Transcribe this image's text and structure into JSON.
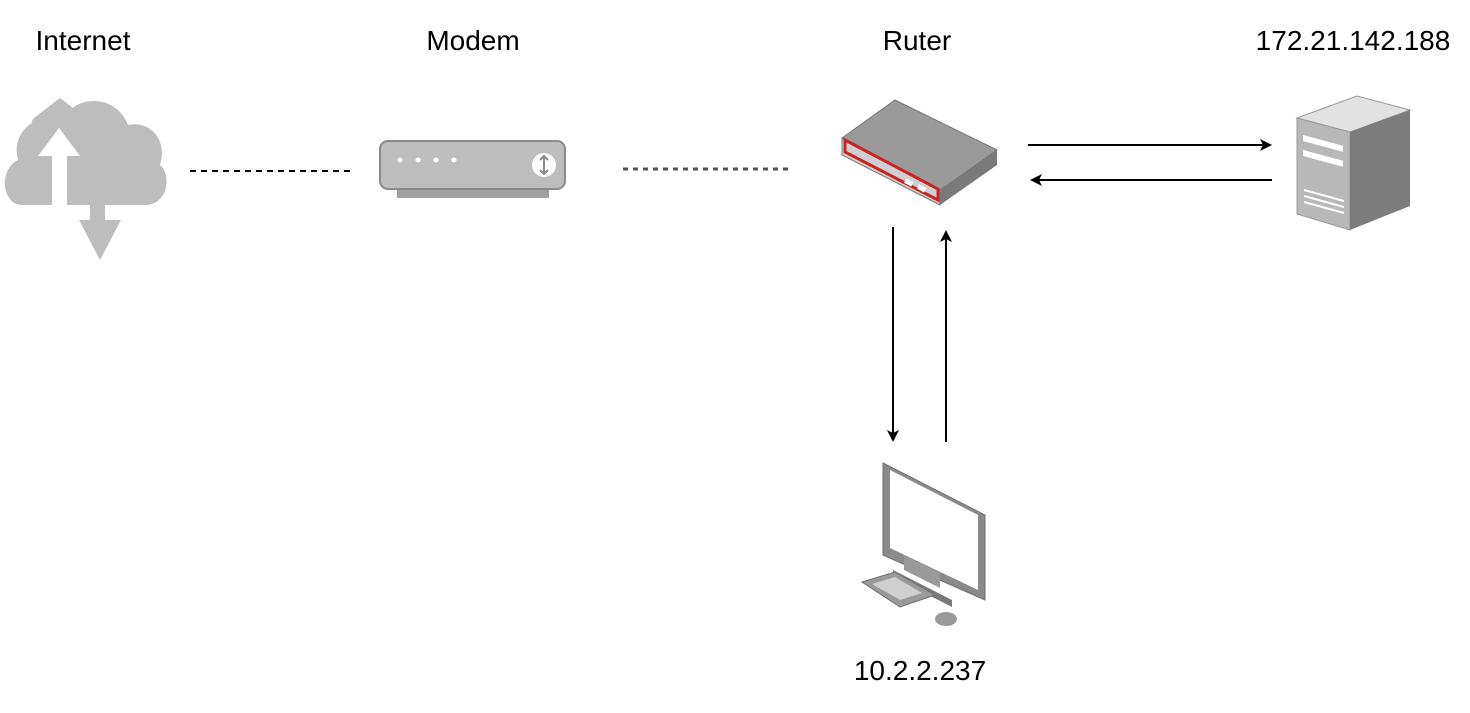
{
  "nodes": {
    "internet": {
      "label": "Internet",
      "icon": "cloud-upload-download-icon"
    },
    "modem": {
      "label": "Modem",
      "icon": "modem-icon"
    },
    "router": {
      "label": "Ruter",
      "icon": "router-icon"
    },
    "server": {
      "label": "172.21.142.188",
      "icon": "server-tower-icon"
    },
    "pc": {
      "label": "10.2.2.237",
      "icon": "desktop-computer-icon"
    }
  },
  "edges": [
    {
      "from": "internet",
      "to": "modem",
      "style": "dotted"
    },
    {
      "from": "modem",
      "to": "router",
      "style": "dotted"
    },
    {
      "from": "router",
      "to": "server",
      "style": "arrow"
    },
    {
      "from": "server",
      "to": "router",
      "style": "arrow"
    },
    {
      "from": "router",
      "to": "pc",
      "style": "arrow"
    },
    {
      "from": "pc",
      "to": "router",
      "style": "arrow"
    }
  ],
  "colors": {
    "icon_gray": "#bdbdbd",
    "icon_dark": "#8a8a8a",
    "router_accent": "#cc2222",
    "line": "#000000"
  }
}
